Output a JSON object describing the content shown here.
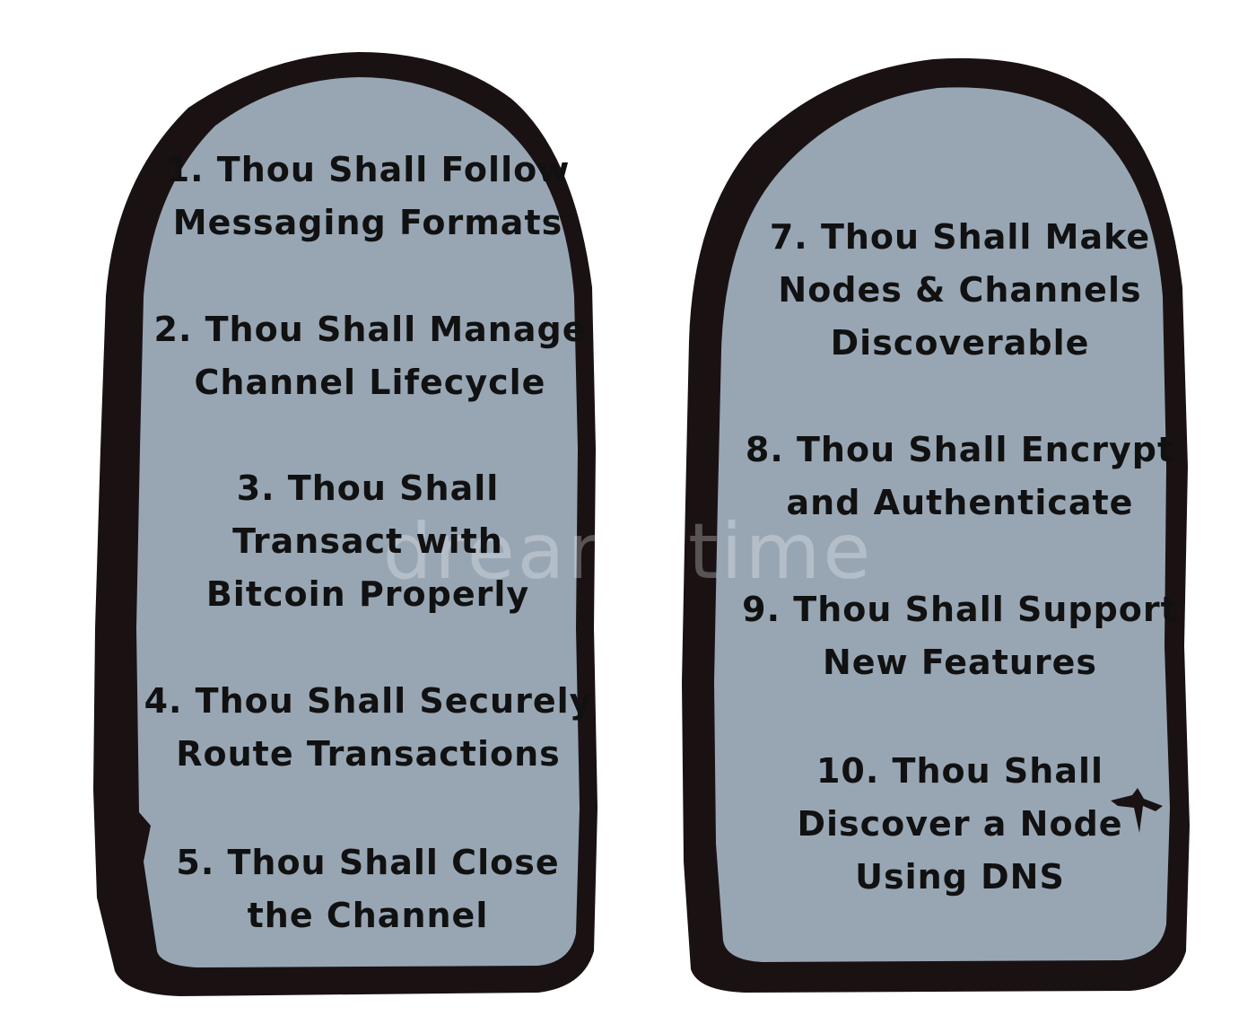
{
  "colors": {
    "background": "#ffffff",
    "tablet_fill": "#98a6b4",
    "tablet_outline": "#1a1212",
    "text": "#111111"
  },
  "left_tablet": {
    "commandments": [
      {
        "lines": [
          "1. Thou Shall Follow",
          "Messaging Formats"
        ]
      },
      {
        "lines": [
          "2. Thou Shall Manage",
          "Channel Lifecycle"
        ]
      },
      {
        "lines": [
          "3. Thou Shall",
          "Transact with",
          "Bitcoin Properly"
        ]
      },
      {
        "lines": [
          "4. Thou Shall Securely",
          "Route Transactions"
        ]
      },
      {
        "lines": [
          "5. Thou Shall Close",
          "the Channel"
        ]
      }
    ]
  },
  "right_tablet": {
    "commandments": [
      {
        "lines": [
          "7. Thou Shall Make",
          "Nodes & Channels",
          "Discoverable"
        ]
      },
      {
        "lines": [
          "8. Thou Shall Encrypt",
          "and Authenticate"
        ]
      },
      {
        "lines": [
          "9. Thou Shall Support",
          "New Features"
        ]
      },
      {
        "lines": [
          "10. Thou Shall",
          "Discover a Node",
          "Using DNS"
        ]
      }
    ]
  },
  "watermark": {
    "text": "dreamstime"
  }
}
